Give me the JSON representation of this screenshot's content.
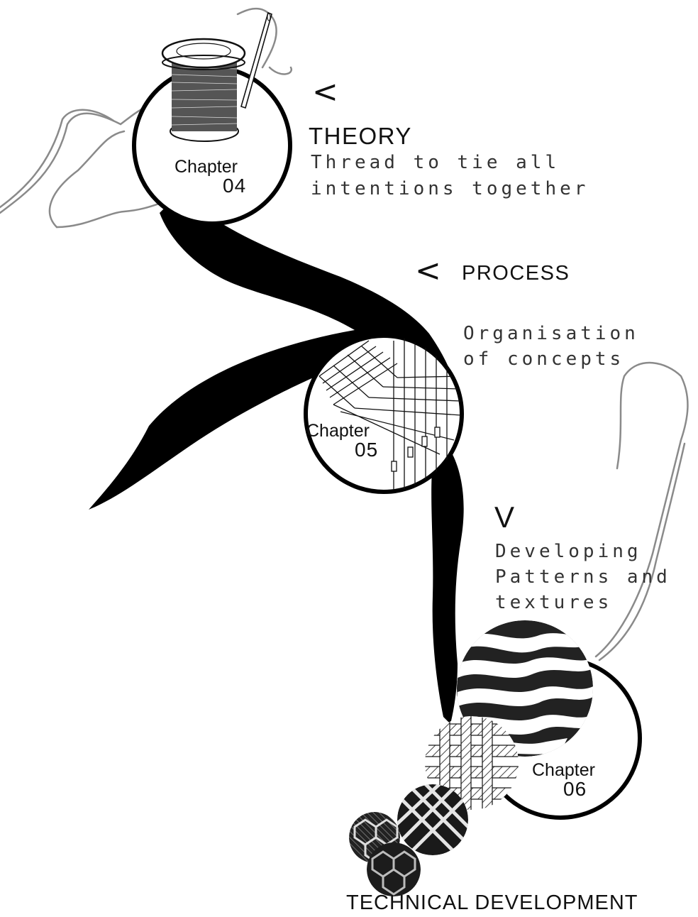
{
  "diagram": {
    "sections": [
      {
        "chapter_label": "Chapter",
        "chapter_number": "04",
        "arrow": "<",
        "heading": "THEORY",
        "description_lines": [
          "Thread to tie all",
          "intentions together"
        ]
      },
      {
        "chapter_label": "Chapter",
        "chapter_number": "05",
        "arrow": "<",
        "heading": "PROCESS",
        "description_lines": [
          "Organisation",
          "of concepts"
        ]
      },
      {
        "chapter_label": "Chapter",
        "chapter_number": "06",
        "arrow": "V",
        "heading": "",
        "description_lines": [
          "Developing",
          "Patterns and",
          "textures"
        ]
      }
    ],
    "footer_title": "TECHNICAL DEVELOPMENT"
  },
  "icons": [
    "thread-spool-icon",
    "needle-icon",
    "loom-icon",
    "woven-texture-icon",
    "basket-weave-icon",
    "lattice-weave-icon",
    "hexagon-weave-icon"
  ],
  "colors": {
    "ink": "#000000",
    "paper": "#ffffff",
    "thread": "#8a8a8a"
  }
}
